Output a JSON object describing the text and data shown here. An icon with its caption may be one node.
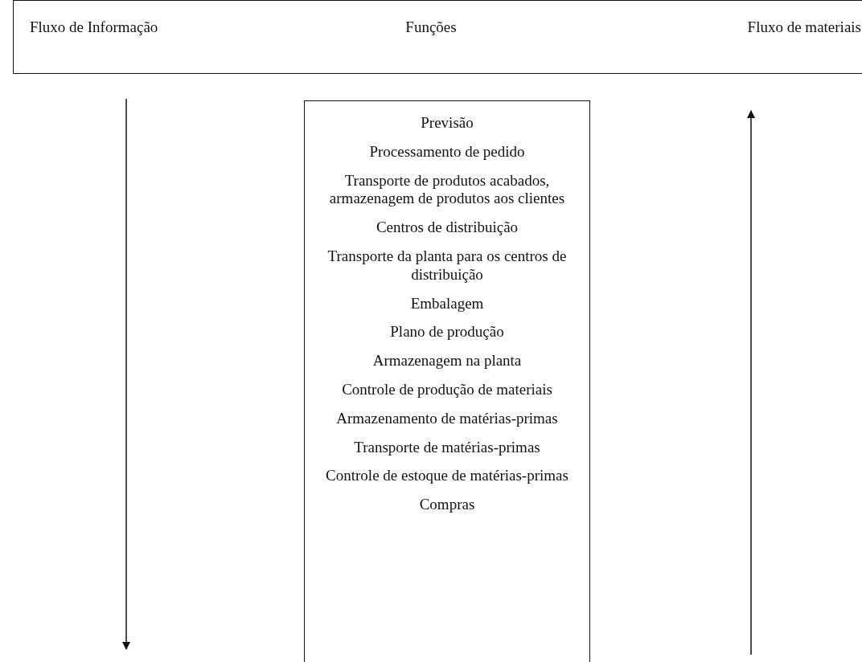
{
  "diagram": {
    "nodes": [
      {
        "text": [
          "Fluxo de Informação",
          "Funções",
          "Fluxo de materiais"
        ]
      },
      {
        "text": [
          "Previsão",
          "Processamento de pedido",
          "Transporte de produtos acabados, armazenagem de produtos aos clientes",
          "Centros de distribuição",
          "Transporte da planta para os centros de distribuição",
          "Embalagem",
          "Plano de produção",
          "Armazenagem na planta",
          "Controle de produção de materiais",
          "Armazenamento de matérias-primas",
          "Transporte de matérias-primas",
          "Controle de estoque de matérias-primas",
          "Compras"
        ]
      }
    ]
  }
}
